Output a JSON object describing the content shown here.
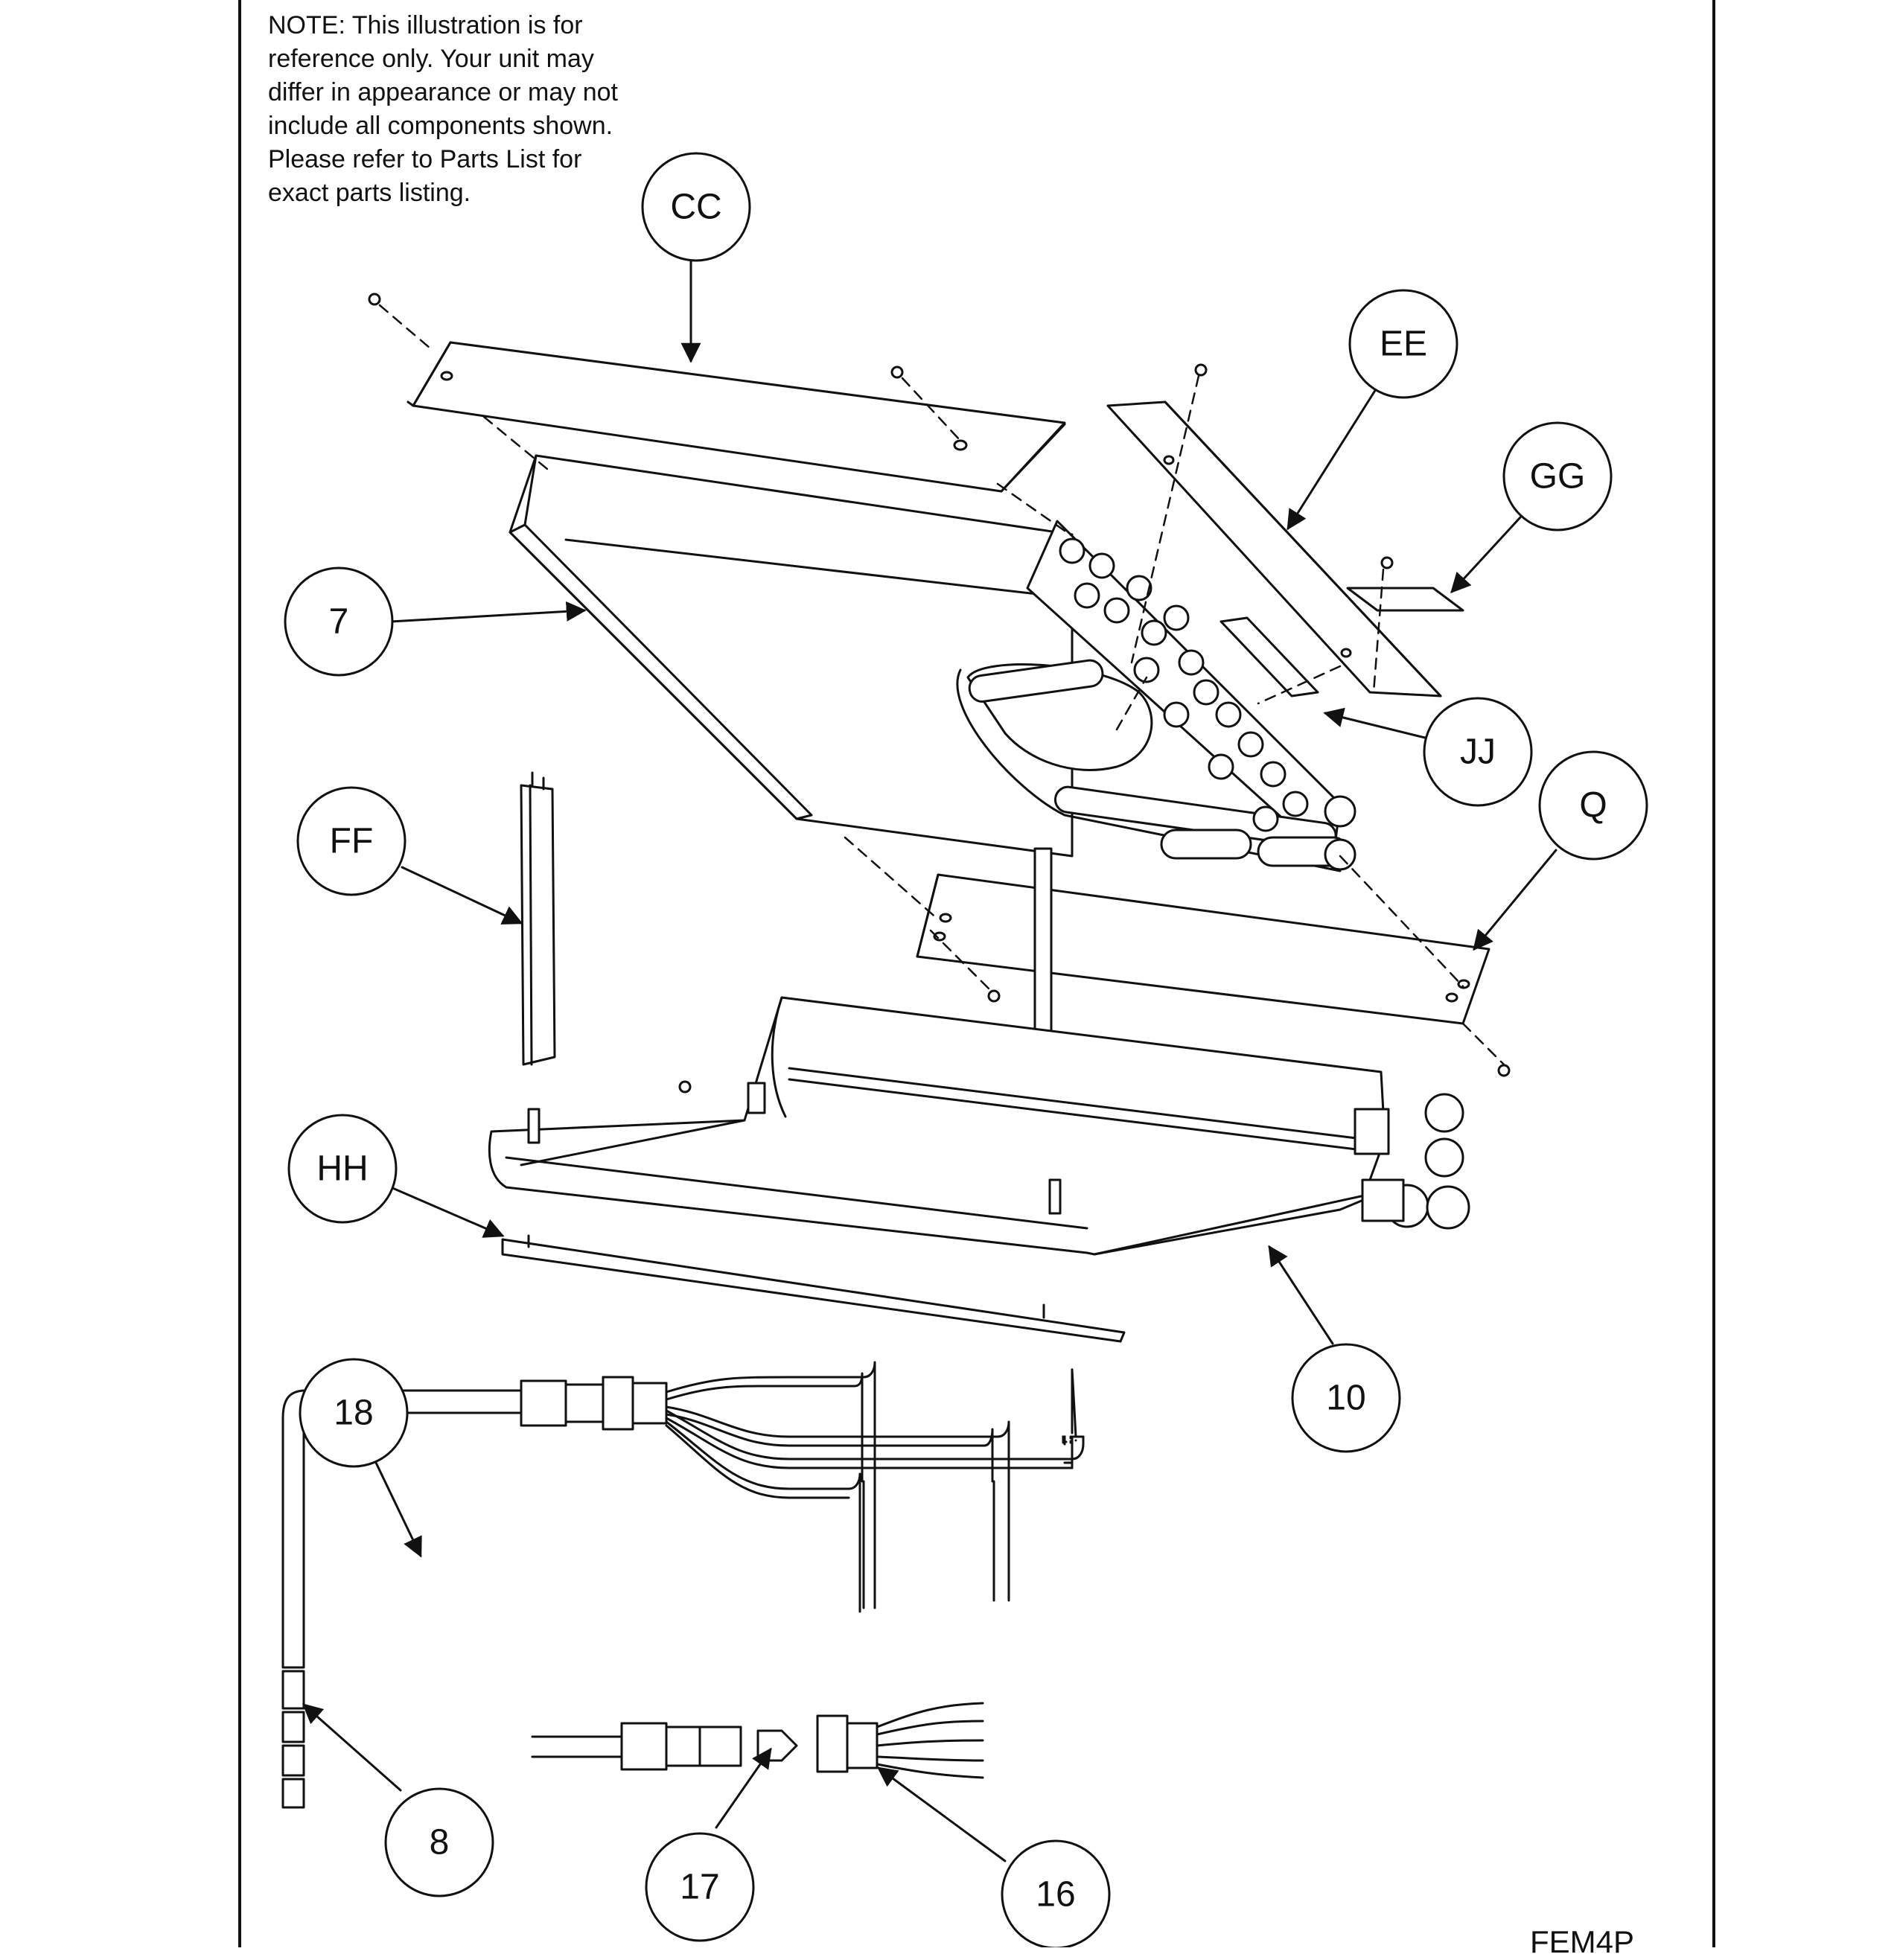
{
  "note": {
    "lines": [
      "NOTE: This illustration is for",
      "reference only.  Your unit may",
      "differ in appearance or may not",
      "include all components shown.",
      "Please refer to Parts List for",
      "exact parts listing."
    ]
  },
  "callouts": {
    "cc": "CC",
    "ee": "EE",
    "gg": "GG",
    "seven": "7",
    "jj": "JJ",
    "q": "Q",
    "ff": "FF",
    "hh": "HH",
    "ten": "10",
    "eighteen": "18",
    "eight": "8",
    "seventeen": "17",
    "sixteen": "16"
  },
  "diagram_code": "FEM4P"
}
